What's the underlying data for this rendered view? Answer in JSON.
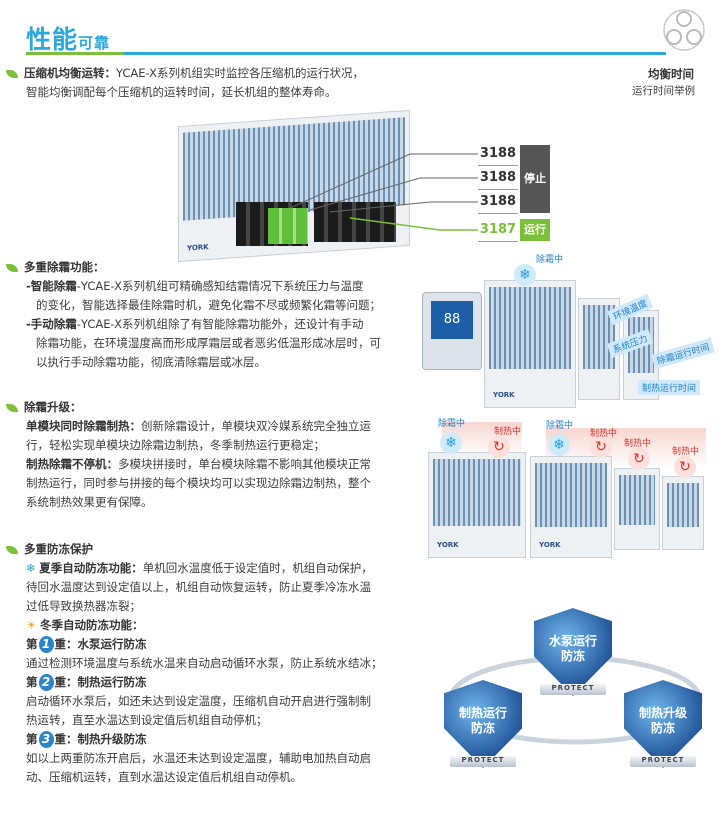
{
  "header": {
    "title": "性能",
    "title_suffix": "可靠"
  },
  "section1": {
    "heading": "压缩机均衡运转：",
    "text1": "YCAE-X系列机组实时监控各压缩机的运行状况，",
    "text2": "智能均衡调配每个压缩机的运转时间，延长机组的整体寿命。",
    "side_title": "均衡时间",
    "side_sub": "运行时间举例",
    "counters": [
      "3188",
      "3188",
      "3188",
      "3187"
    ],
    "stop_label": "停止",
    "run_label": "运行"
  },
  "section2": {
    "heading": "多重除霜功能：",
    "line1_b": "-智能除霜",
    "line1": "-YCAE-X系列机组可精确感知结霜情况下系统压力与温度",
    "line2": "的变化，智能选择最佳除霜时机，避免化霜不尽或频繁化霜等问题；",
    "line3_b": "-手动除霜",
    "line3": "-YCAE-X系列机组除了有智能除霜功能外，还设计有手动",
    "line4": "除霜功能，在环境湿度高而形成厚霜层或者恶劣低温形成冰层时，可",
    "line5": "以执行手动除霜功能，彻底清除霜层或冰层。",
    "img_defrost": "除霜中",
    "arrow1": "环境温度",
    "arrow2": "系统压力",
    "arrow3": "除霜运行时间",
    "arrow4": "制热运行时间"
  },
  "section3": {
    "heading": "除霜升级：",
    "p1_b": "单模块同时除霜制热：",
    "p1_a": "创新除霜设计，单模块双冷媒系统完全独立运",
    "p1_c": "行，轻松实现单模块边除霜边制热，冬季制热运行更稳定；",
    "p2_b": "制热除霜不停机：",
    "p2_a": "多模块拼接时，单台模块除霜不影响其他模块正常",
    "p2_c": "制热运行，同时参与拼接的每个模块均可以实现边除霜边制热，整个",
    "p2_d": "系统制热效果更有保障。",
    "defrost": "除霜中",
    "heating": "制热中"
  },
  "section4": {
    "heading": "多重防冻保护",
    "summer_b": "夏季自动防冻功能：",
    "summer1": "单机回水温度低于设定值时，机组自动保护，",
    "summer2": "待回水温度达到设定值以上，机组自动恢复运转，防止夏季冷冻水温",
    "summer3": "过低导致换热器冻裂；",
    "winter_b": "冬季自动防冻功能：",
    "l1_pre": "第",
    "l1_num": "1",
    "l1_post": "重：水泵运行防冻",
    "l1_text": "通过检测环境温度与系统水温来自动启动循环水泵，防止系统水结冰；",
    "l2_num": "2",
    "l2_post": "重：制热运行防冻",
    "l2_text1": "启动循环水泵后，如还未达到设定温度，压缩机自动开启进行强制制",
    "l2_text2": "热运转，直至水温达到设定值后机组自动停机；",
    "l3_num": "3",
    "l3_post": "重：制热升级防冻",
    "l3_text1": "如以上两重防冻开启后，水温还未达到设定温度，辅助电加热自动启",
    "l3_text2": "动、压缩机运转，直到水温达设定值后机组自动停机。",
    "shield1": "水泵运行\n防冻",
    "shield2": "制热运行\n防冻",
    "shield3": "制热升级\n防冻",
    "protect": "PROTECT"
  },
  "brand": "YORK",
  "colors": {
    "accent": "#2aa8dc",
    "green": "#7cbf3a",
    "red": "#d9342a"
  }
}
